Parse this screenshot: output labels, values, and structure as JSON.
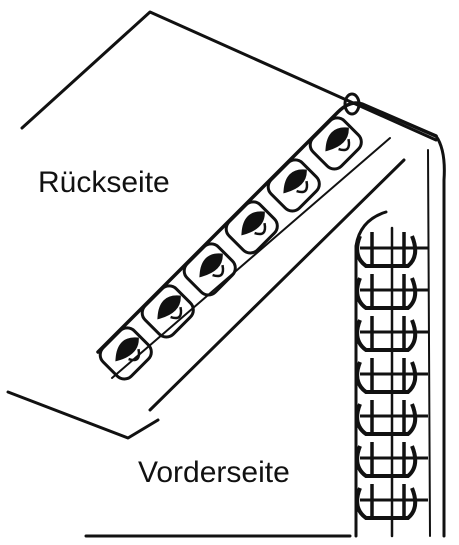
{
  "labels": {
    "back": "Rückseite",
    "front": "Vorderseite"
  },
  "colors": {
    "ink": "#111111",
    "background": "#ffffff"
  },
  "diagram": {
    "loops_back_side": 6,
    "loops_front_side": 7
  }
}
